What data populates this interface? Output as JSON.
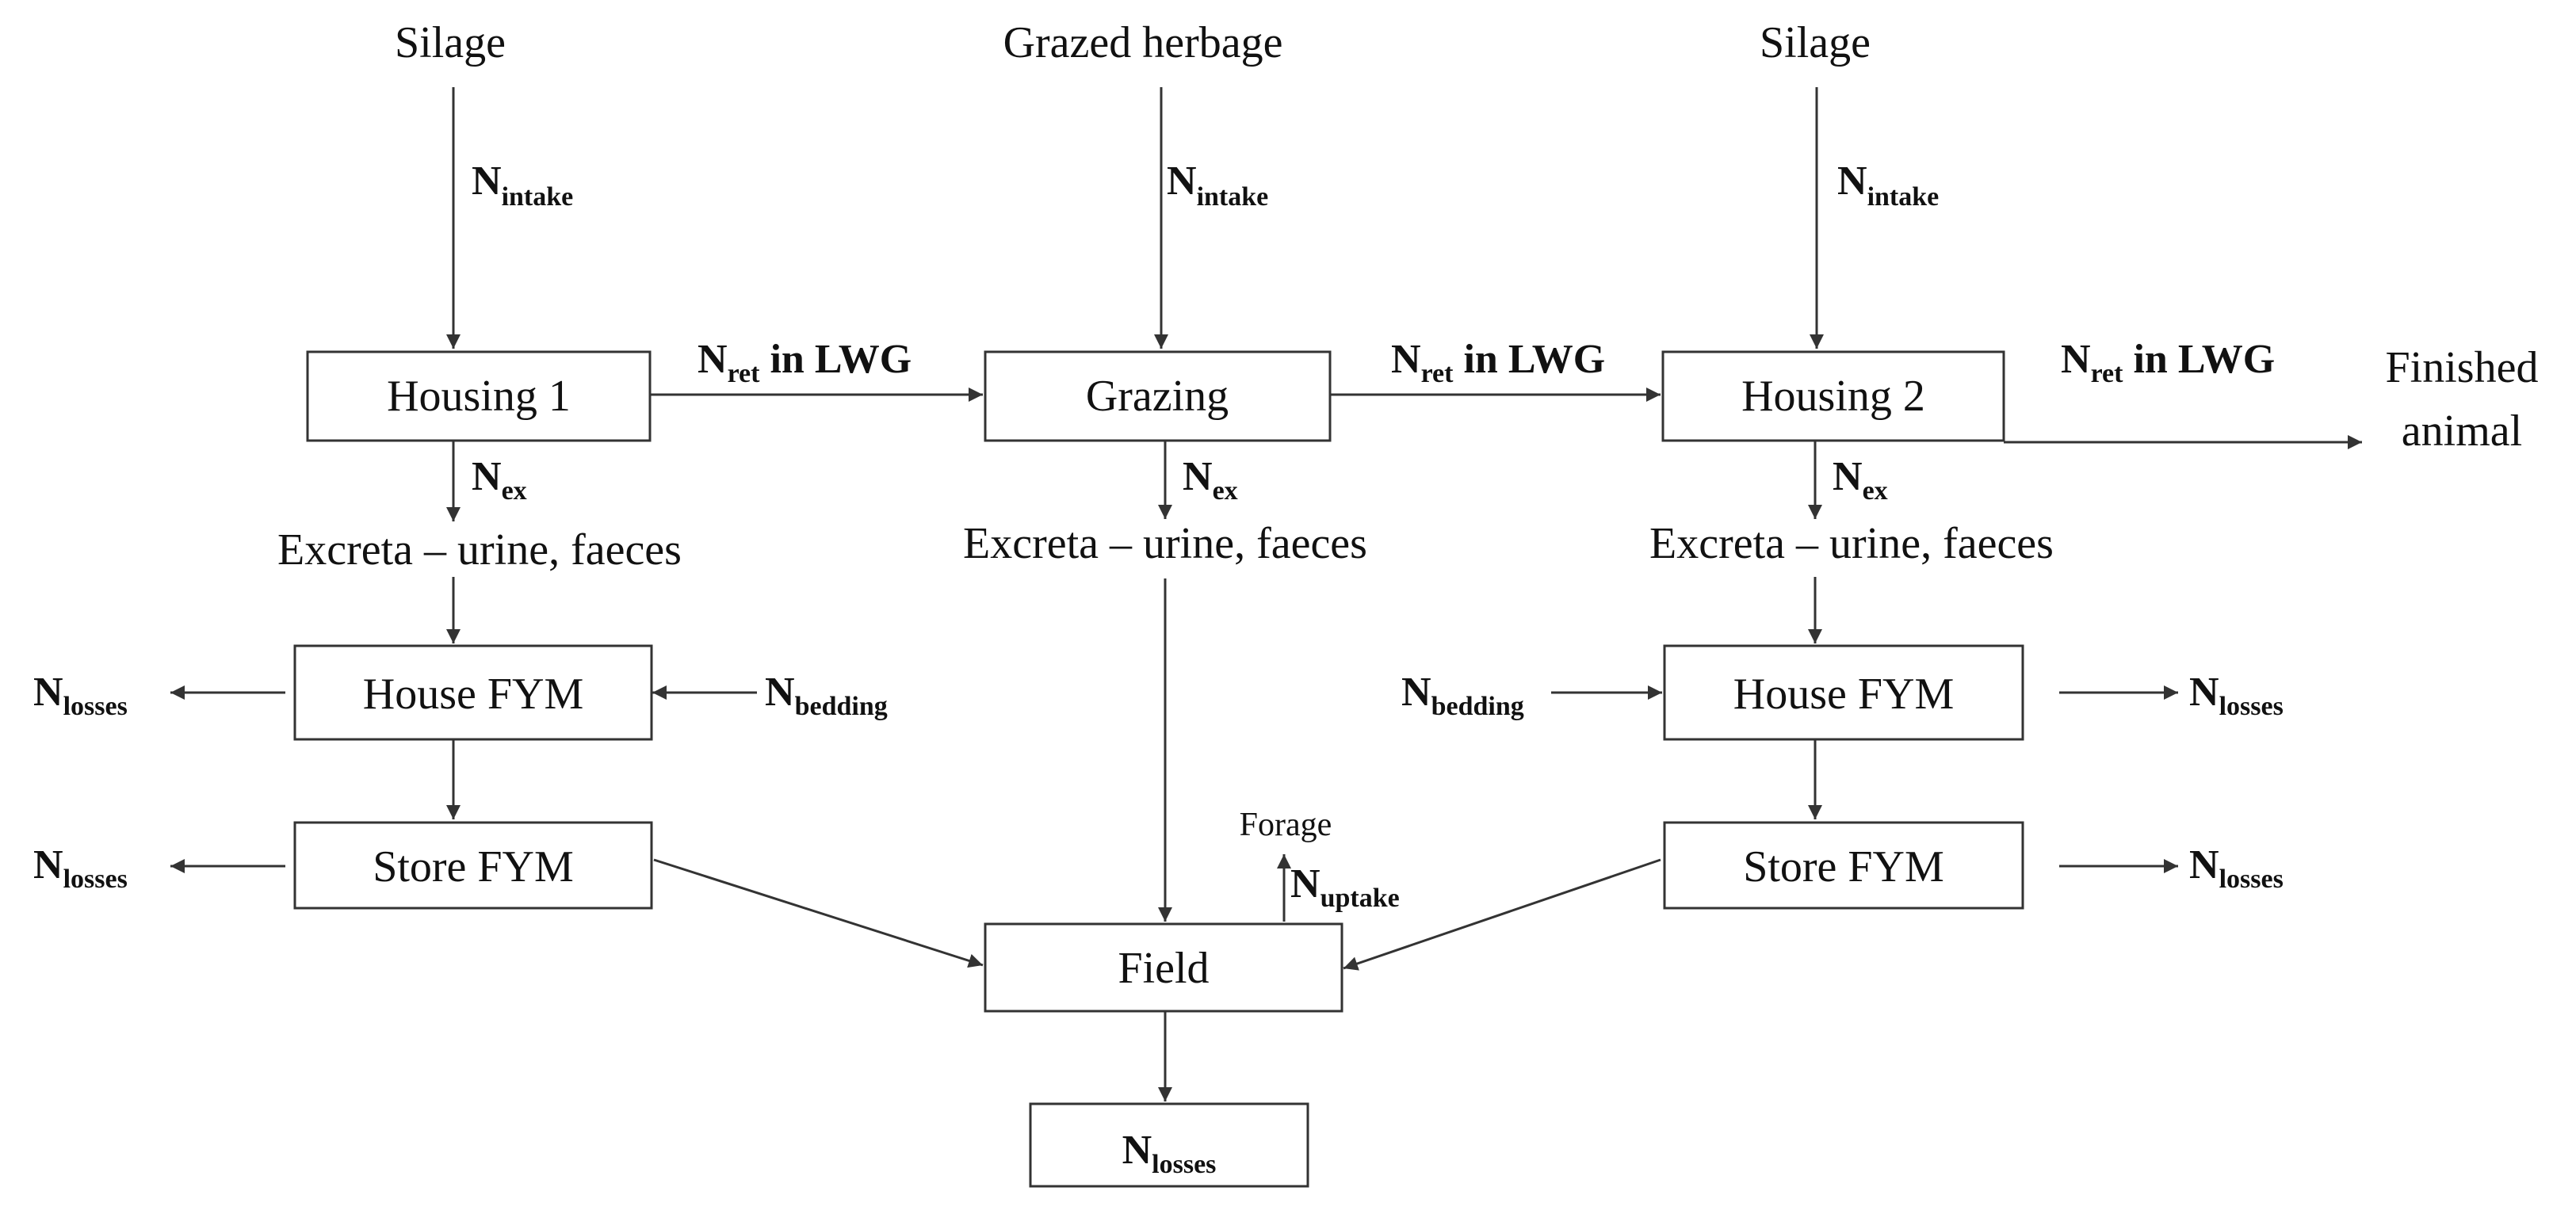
{
  "nodes": {
    "silage_left": "Silage",
    "grazed_herbage": "Grazed herbage",
    "silage_right": "Silage",
    "housing1": "Housing 1",
    "grazing": "Grazing",
    "housing2": "Housing 2",
    "finished_line1": "Finished",
    "finished_line2": "animal",
    "excreta_left": "Excreta – urine, faeces",
    "excreta_mid": "Excreta – urine, faeces",
    "excreta_right": "Excreta – urine, faeces",
    "house_fym_left": "House FYM",
    "house_fym_right": "House FYM",
    "store_fym_left": "Store FYM",
    "store_fym_right": "Store FYM",
    "field": "Field",
    "forage": "Forage"
  },
  "flows": {
    "intake_left": {
      "main": "N",
      "sub": "intake"
    },
    "intake_mid": {
      "main": "N",
      "sub": "intake"
    },
    "intake_right": {
      "main": "N",
      "sub": "intake"
    },
    "ret_1": {
      "main": "N",
      "sub": "ret",
      "tail": " in LWG"
    },
    "ret_2": {
      "main": "N",
      "sub": "ret",
      "tail": " in LWG"
    },
    "ret_3": {
      "main": "N",
      "sub": "ret",
      "tail": " in LWG"
    },
    "ex_left": {
      "main": "N",
      "sub": "ex"
    },
    "ex_mid": {
      "main": "N",
      "sub": "ex"
    },
    "ex_right": {
      "main": "N",
      "sub": "ex"
    },
    "bedding_left": {
      "main": "N",
      "sub": "bedding"
    },
    "bedding_right": {
      "main": "N",
      "sub": "bedding"
    },
    "losses_house_left": {
      "main": "N",
      "sub": "losses"
    },
    "losses_store_left": {
      "main": "N",
      "sub": "losses"
    },
    "losses_house_right": {
      "main": "N",
      "sub": "losses"
    },
    "losses_store_right": {
      "main": "N",
      "sub": "losses"
    },
    "uptake": {
      "main": "N",
      "sub": "uptake"
    },
    "losses_field": {
      "main": "N",
      "sub": "losses"
    }
  }
}
